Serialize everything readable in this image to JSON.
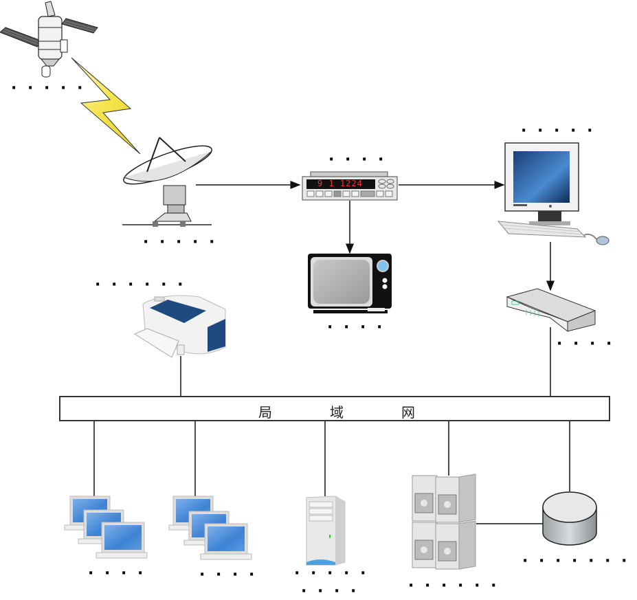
{
  "diagram": {
    "title": "局域网拓扑示意",
    "lan": {
      "chars": [
        "局",
        "域",
        "网"
      ]
    },
    "nodes": {
      "satellite": {
        "label": "· · · · ·"
      },
      "dish": {
        "label": "· · · · ·"
      },
      "receiver": {
        "label": "· · · ·",
        "display": "9 1 1224"
      },
      "tv": {
        "label": "· · · ·"
      },
      "monitor": {
        "label": "· · · · ·"
      },
      "modem": {
        "label": "· · · ·"
      },
      "printer": {
        "label": "· · · · · ·"
      },
      "laptops1": {
        "label": "· · · ·"
      },
      "laptops2": {
        "label": "· · · ·"
      },
      "tower": {
        "label1": "· · · · ·",
        "label2": "· · · ·"
      },
      "servers": {
        "label": "· · · · · ·"
      },
      "storage": {
        "label": "· · · · · · ·"
      }
    },
    "colors": {
      "lightning": "#f5ec5a",
      "screen": "#3a78c0",
      "printer_blue": "#1e4a80",
      "device_gray": "#d8d8d8",
      "line": "#222222"
    }
  }
}
